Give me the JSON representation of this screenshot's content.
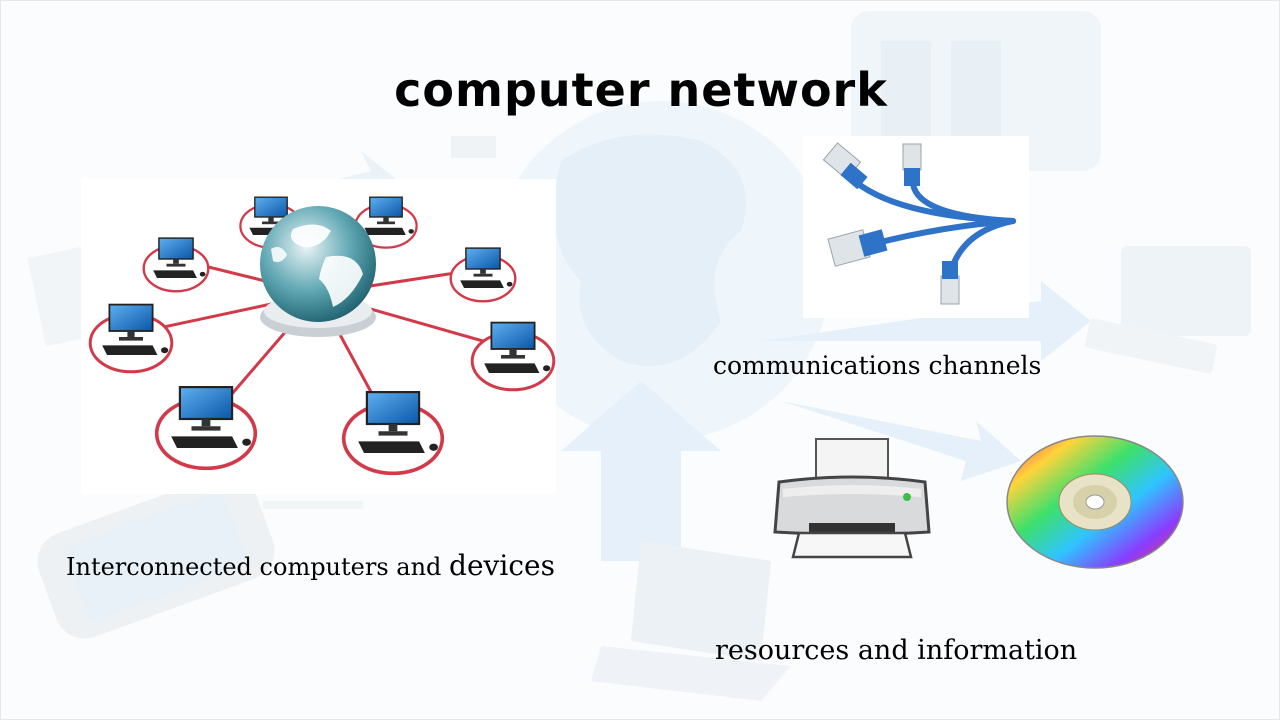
{
  "slide": {
    "title": "computer network",
    "captions": {
      "devices_prefix": "Interconnected computers and ",
      "devices_suffix": "devices",
      "channels": "communications channels",
      "resources": "resources and information"
    },
    "icons": {
      "network": "network-topology-icon",
      "cables": "ethernet-cables-icon",
      "printer": "printer-icon",
      "disc": "cd-disc-icon"
    },
    "colors": {
      "background_art": "#dce9f6",
      "link_line": "#d23a4a",
      "cable_blue": "#2f73c9",
      "screen_blue": "#1a73c8"
    }
  }
}
